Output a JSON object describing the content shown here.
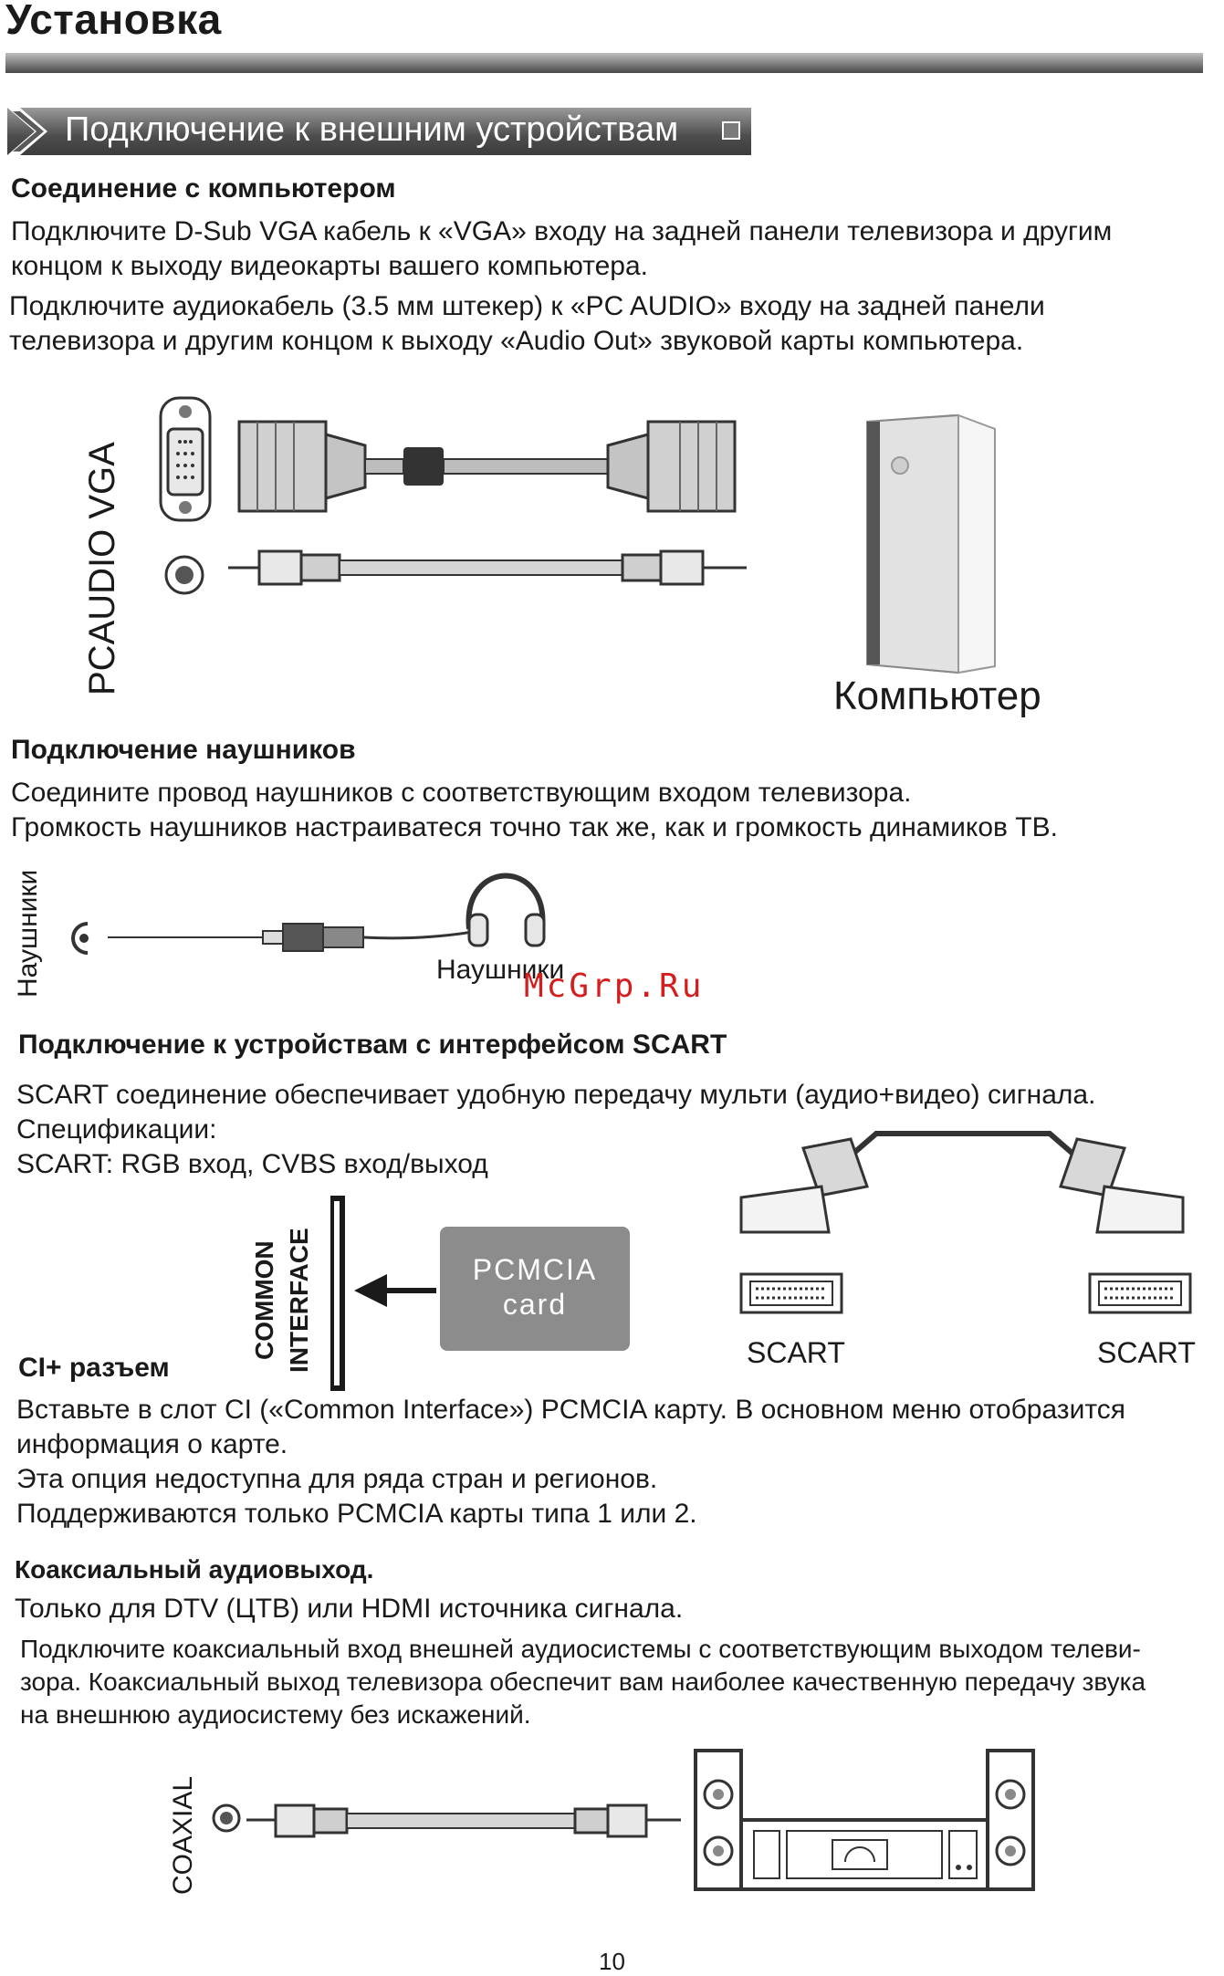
{
  "page": {
    "title": "Установка",
    "number": "10"
  },
  "banner": {
    "title": "Подключение к внешним устройствам"
  },
  "pc_section": {
    "heading": "Соединение с компьютером",
    "lines": [
      "Подключите D-Sub VGA кабель к «VGA» входу на задней панели телевизора и другим",
      "концом к выходу видеокарты вашего компьютера.",
      "Подключите аудиокабель (3.5 мм штекер) к «PC AUDIO» входу на задней панели",
      "телевизора и другим концом к выходу «Audio Out» звуковой карты компьютера."
    ],
    "side_label": "PCAUDIO  VGA",
    "computer_label": "Компьютер"
  },
  "headphones_section": {
    "heading": "Подключение наушников",
    "lines": [
      "Соедините провод наушников с соответствующим входом телевизора.",
      "Громкость наушников настраиватеся точно так же, как и громкость динамиков ТВ."
    ],
    "side_label": "Наушники",
    "device_label": "Наушники",
    "watermark": "McGrp.Ru"
  },
  "scart_section": {
    "heading": "Подключение к устройствам с интерфейсом SCART",
    "lines": [
      "SCART соединение обеспечивает удобную передачу мульти (аудио+видео) сигнала.",
      "Спецификации:",
      "SCART: RGB вход, CVBS вход/выход"
    ],
    "left_label": "SCART",
    "right_label": "SCART"
  },
  "ci_section": {
    "heading": "CI+ разъем",
    "slot_label_1": "COMMON",
    "slot_label_2": "INTERFACE",
    "card_line_1": "PCMCIA",
    "card_line_2": "card",
    "lines": [
      "Вставьте в слот CI («Common Interface») PCMCIA карту. В основном меню отобразится",
      "информация о карте.",
      "Эта опция недоступна для ряда стран и регионов.",
      "Поддерживаются только PCMCIA карты типа 1 или 2."
    ]
  },
  "coax_section": {
    "heading": "Коаксиальный аудиовыход.",
    "line_1": "Только для DTV (ЦТВ) или HDMI источника сигнала.",
    "lines": [
      "Подключите коаксиальный вход внешней аудиосистемы с соответствующим выходом телеви-",
      "зора. Коаксиальный выход телевизора обеспечит вам наиболее качественную передачу звука",
      "на внешнюю аудиосистему без искажений."
    ],
    "side_label": "COAXIAL"
  }
}
